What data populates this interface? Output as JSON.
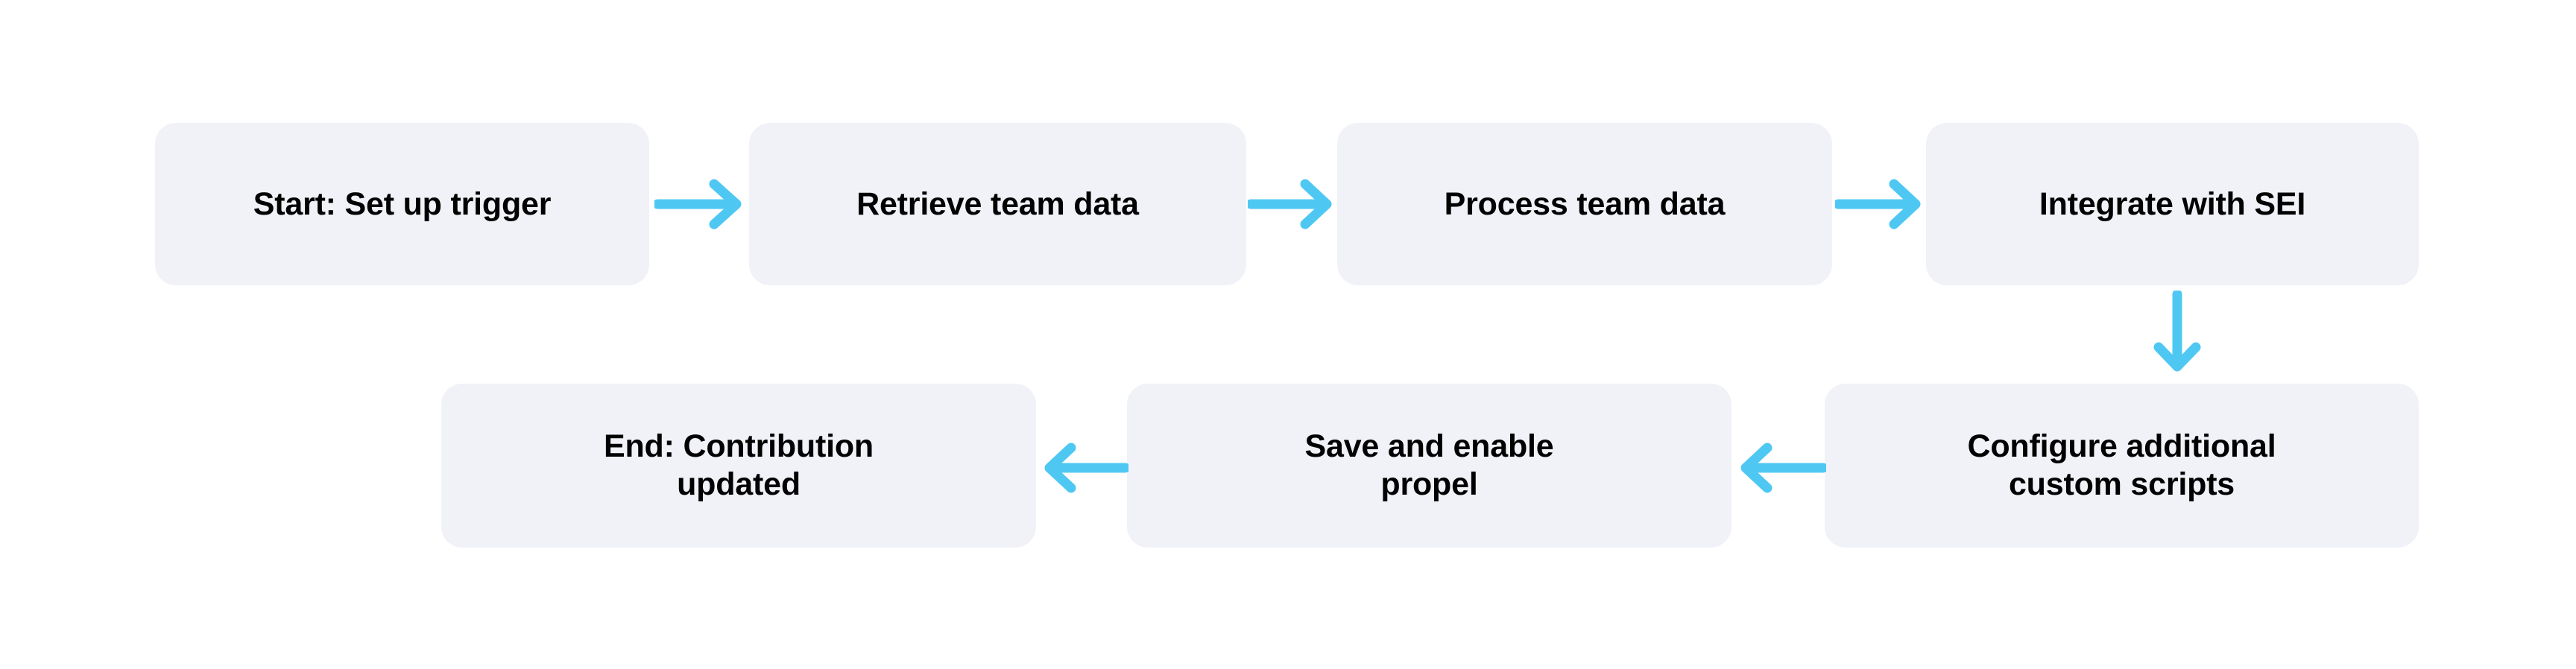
{
  "diagram": {
    "type": "flowchart",
    "title": "",
    "background_color": "#ffffff",
    "node_fill_color": "#F1F2F7",
    "node_text_color": "#020203",
    "arrow_color": "#4EC8F2",
    "nodes": [
      {
        "id": "start",
        "label": "Start: Set up trigger",
        "row": 1,
        "order": 1,
        "lines": 1
      },
      {
        "id": "retrieve",
        "label": "Retrieve team data",
        "row": 1,
        "order": 2,
        "lines": 1
      },
      {
        "id": "process",
        "label": "Process team data",
        "row": 1,
        "order": 3,
        "lines": 1
      },
      {
        "id": "integrate",
        "label": "Integrate with SEI",
        "row": 1,
        "order": 4,
        "lines": 1
      },
      {
        "id": "configure",
        "label": "Configure additional\ncustom scripts",
        "row": 2,
        "order": 1,
        "lines": 2
      },
      {
        "id": "save",
        "label": "Save and enable\npropel",
        "row": 2,
        "order": 2,
        "lines": 2
      },
      {
        "id": "end",
        "label": "End: Contribution\nupdated",
        "row": 2,
        "order": 3,
        "lines": 2
      }
    ],
    "edges": [
      {
        "id": "edge-1",
        "from": "start",
        "to": "retrieve",
        "direction": "right",
        "label": ""
      },
      {
        "id": "edge-2",
        "from": "retrieve",
        "to": "process",
        "direction": "right",
        "label": ""
      },
      {
        "id": "edge-3",
        "from": "process",
        "to": "integrate",
        "direction": "right",
        "label": ""
      },
      {
        "id": "edge-4",
        "from": "integrate",
        "to": "configure",
        "direction": "down",
        "label": ""
      },
      {
        "id": "edge-5",
        "from": "configure",
        "to": "save",
        "direction": "left",
        "label": ""
      },
      {
        "id": "edge-6",
        "from": "save",
        "to": "end",
        "direction": "left",
        "label": ""
      }
    ]
  }
}
